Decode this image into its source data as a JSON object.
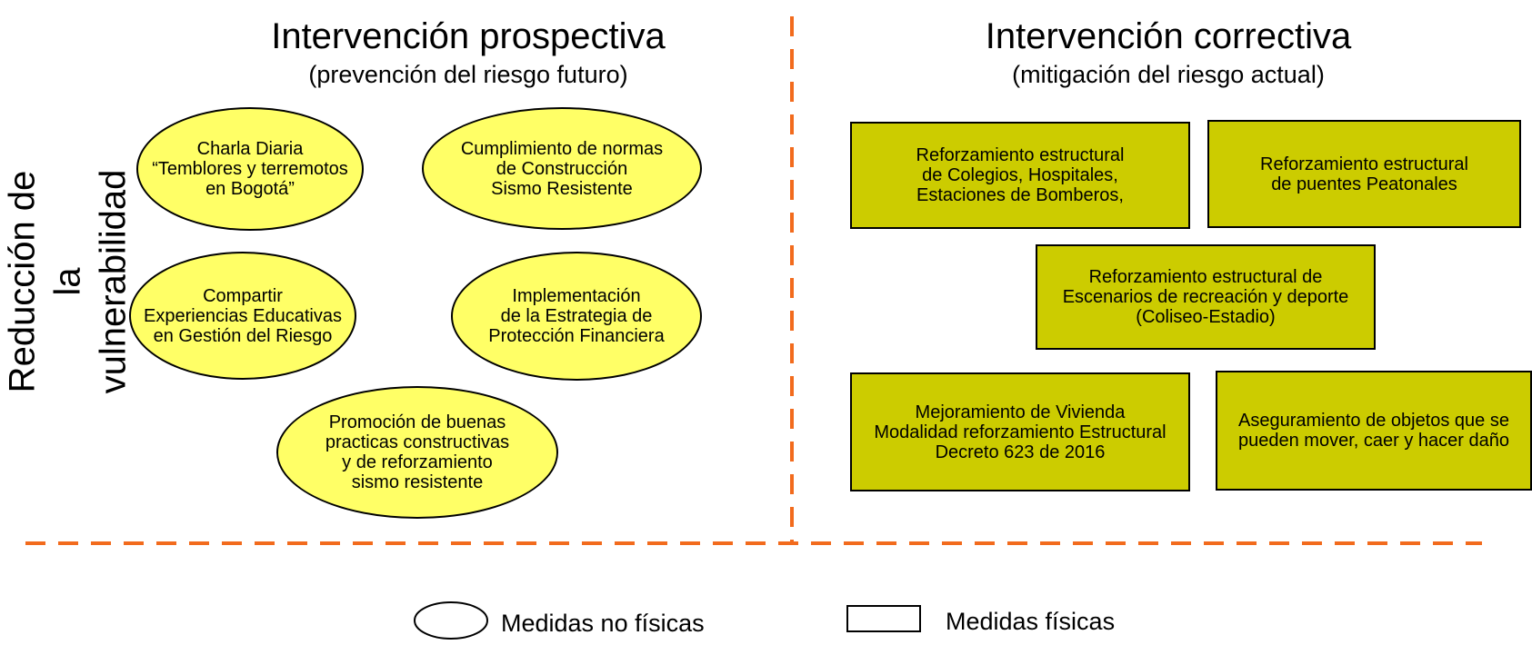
{
  "prospective": {
    "title": "Intervención prospectiva",
    "subtitle": "(prevención del riesgo futuro)",
    "measures": [
      "Charla Diaria\n“Temblores y terremotos\nen Bogotá”",
      "Cumplimiento de normas\nde Construcción\nSismo Resistente",
      "Compartir\nExperiencias Educativas\nen Gestión del Riesgo",
      "Implementación\nde la Estrategia de\nProtección Financiera",
      "Promoción de  buenas\npracticas constructivas\ny de reforzamiento\nsismo resistente"
    ]
  },
  "corrective": {
    "title": "Intervención correctiva",
    "subtitle": "(mitigación del riesgo actual)",
    "measures": [
      "Reforzamiento estructural\nde Colegios, Hospitales,\nEstaciones de Bomberos,",
      "Reforzamiento estructural\nde puentes Peatonales",
      "Reforzamiento estructural de\nEscenarios de recreación y deporte\n(Coliseo-Estadio)",
      "Mejoramiento de Vivienda\nModalidad  reforzamiento Estructural\nDecreto 623 de 2016",
      "Aseguramiento de objetos que se\npueden mover, caer y hacer daño"
    ]
  },
  "side_label": "Reducción de\nla vulnerabilidad",
  "legend": {
    "non_physical": "Medidas no físicas",
    "physical": "Medidas físicas"
  },
  "colors": {
    "ellipse_fill": "#ffff66",
    "box_fill": "#cccc00",
    "divider": "#f26b1d"
  }
}
